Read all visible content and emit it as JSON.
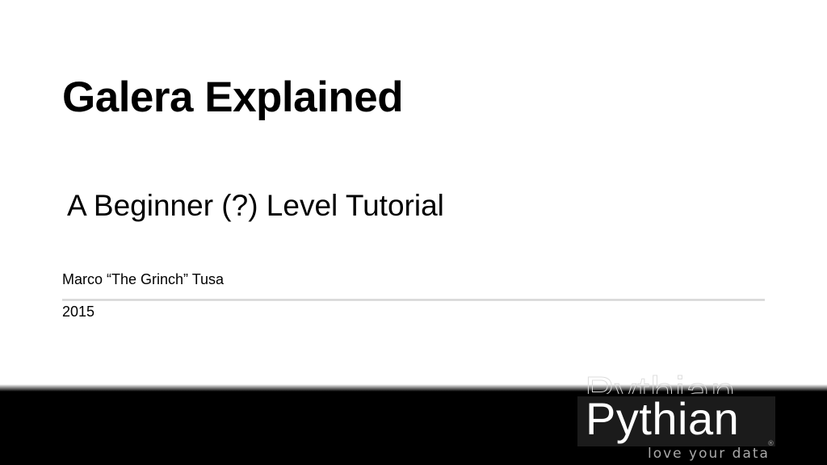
{
  "slide": {
    "title": "Galera Explained",
    "subtitle": "A Beginner (?) Level Tutorial",
    "author": "Marco “The Grinch” Tusa",
    "year": "2015"
  },
  "brand": {
    "logo_text": "Pythian",
    "tagline": "love your data",
    "registered_mark": "®",
    "colors": {
      "band": "#000000",
      "logo_bg": "#1b1b1b",
      "logo_text": "#ffffff",
      "tagline": "#a9a9a9"
    }
  }
}
